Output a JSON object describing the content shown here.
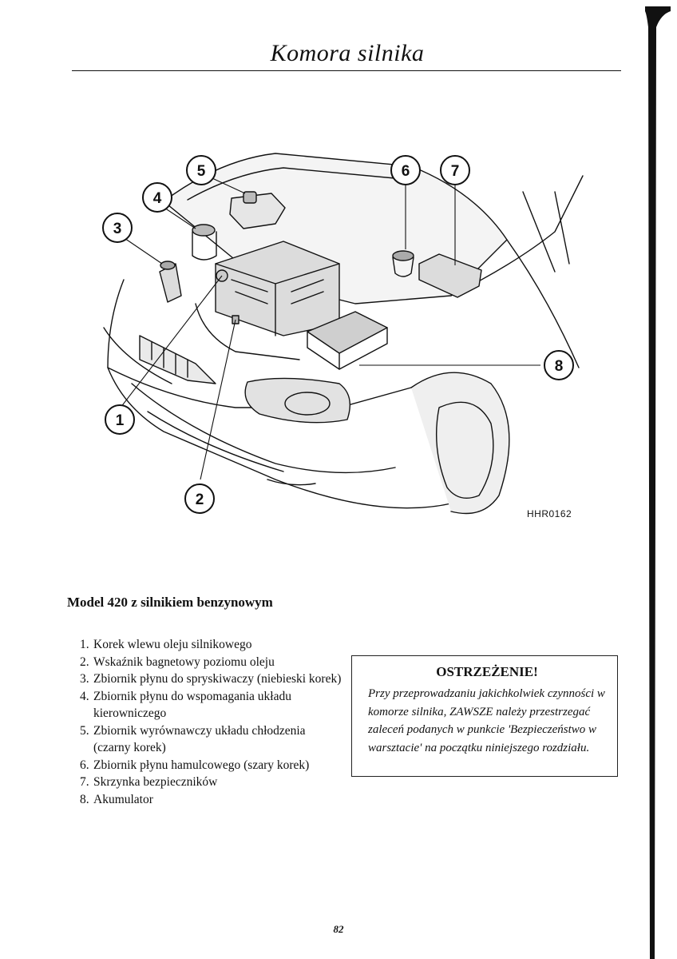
{
  "header": {
    "title": "Komora silnika"
  },
  "figure": {
    "code": "HHR0162",
    "callouts": [
      "1",
      "2",
      "3",
      "4",
      "5",
      "6",
      "7",
      "8"
    ]
  },
  "section": {
    "heading": "Model 420 z silnikiem benzynowym",
    "items": [
      {
        "num": "1.",
        "text": "Korek wlewu oleju silnikowego"
      },
      {
        "num": "2.",
        "text": "Wskaźnik bagnetowy poziomu oleju"
      },
      {
        "num": "3.",
        "text": "Zbiornik płynu do spryskiwaczy (niebieski korek)"
      },
      {
        "num": "4.",
        "text": "Zbiornik płynu do wspomagania układu kierowniczego"
      },
      {
        "num": "5.",
        "text": "Zbiornik wyrównawczy układu chłodzenia (czarny korek)"
      },
      {
        "num": "6.",
        "text": "Zbiornik płynu hamulcowego (szary korek)"
      },
      {
        "num": "7.",
        "text": "Skrzynka bezpieczników"
      },
      {
        "num": "8.",
        "text": "Akumulator"
      }
    ]
  },
  "warning": {
    "title": "OSTRZEŻENIE!",
    "text": "Przy przeprowadzaniu jakichkolwiek czynności w komorze silnika, ZAWSZE należy przestrzegać zaleceń podanych w punkcie 'Bezpieczeństwo w warsztacie' na początku niniejszego rozdziału."
  },
  "footer": {
    "page_number": "82"
  }
}
